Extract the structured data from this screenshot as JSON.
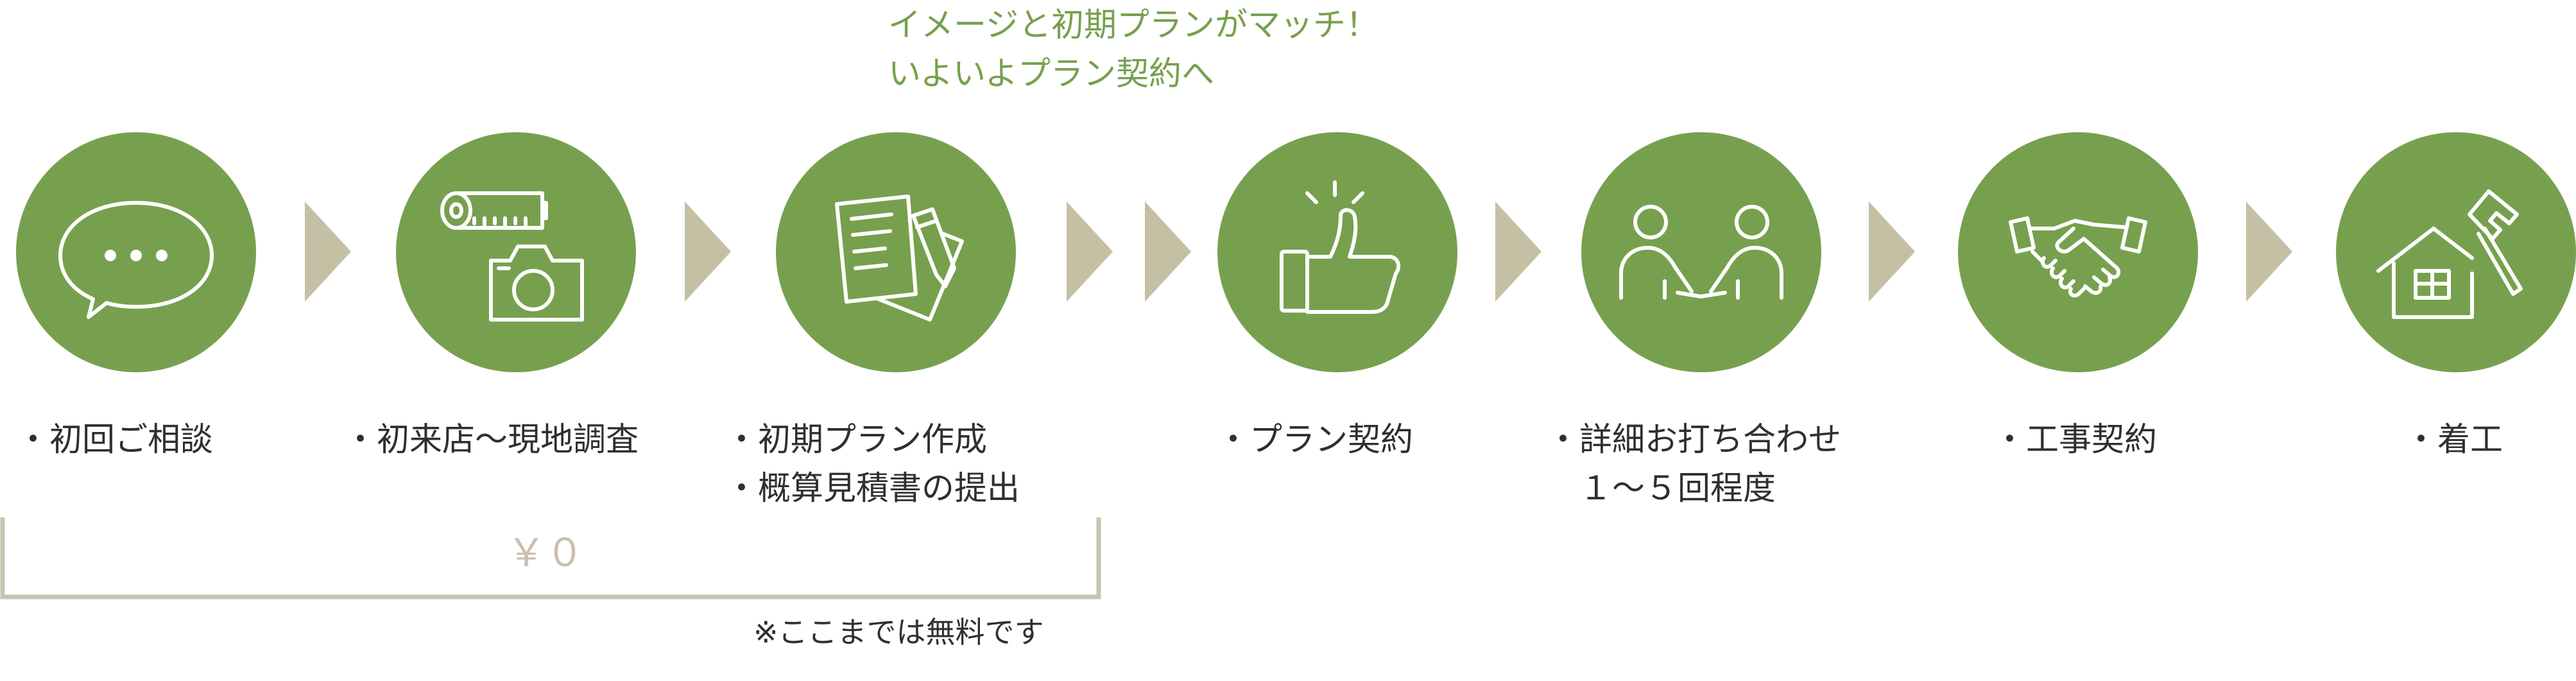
{
  "colors": {
    "circle": "#77a04e",
    "arrow": "#c5c0a4",
    "bracket": "#c9c5b0",
    "accent_text": "#77a04e",
    "body_text": "#2f2f2f"
  },
  "callout": {
    "line1": "イメージと初期プランがマッチ！",
    "line2": "いよいよプラン契約へ"
  },
  "steps": [
    {
      "icon": "speech-bubble-icon",
      "lines": [
        "・初回ご相談"
      ]
    },
    {
      "icon": "tape-measure-camera-icon",
      "lines": [
        "・初来店～現地調査"
      ]
    },
    {
      "icon": "documents-pencil-icon",
      "lines": [
        "・初期プラン作成",
        "・概算見積書の提出"
      ]
    },
    {
      "icon": "thumbs-up-icon",
      "lines": [
        "・プラン契約"
      ]
    },
    {
      "icon": "two-people-handshake-icon",
      "lines": [
        "・詳細お打ち合わせ",
        "　１～５回程度"
      ]
    },
    {
      "icon": "handshake-icon",
      "lines": [
        "・工事契約"
      ]
    },
    {
      "icon": "house-hammer-icon",
      "lines": [
        "・着工"
      ]
    }
  ],
  "free_range": {
    "price": "￥０",
    "note": "※ここまでは無料です"
  }
}
